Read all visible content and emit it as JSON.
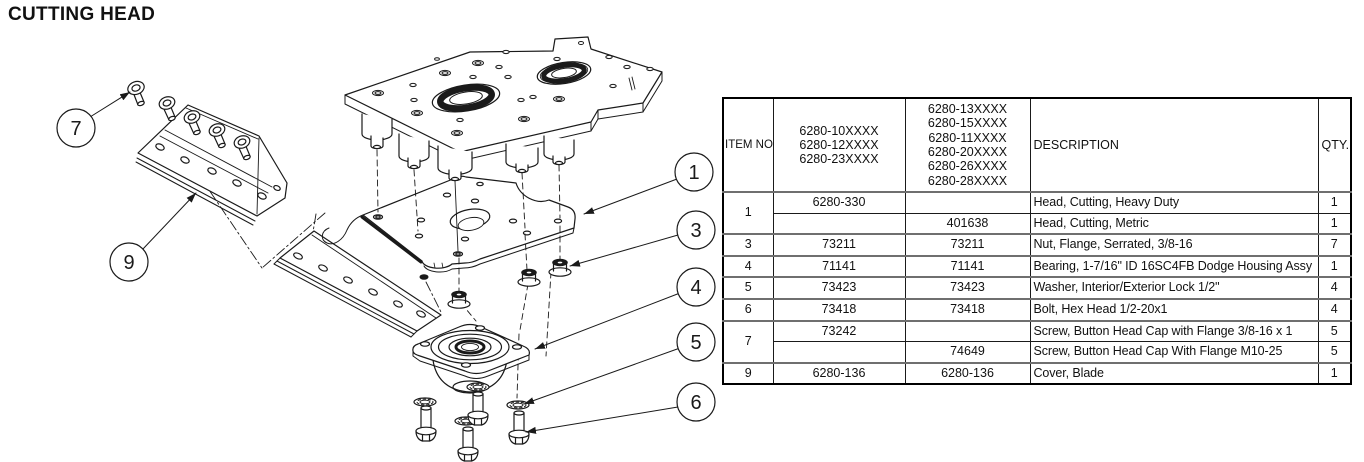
{
  "title": "CUTTING HEAD",
  "callouts": {
    "c1": "1",
    "c3": "3",
    "c4": "4",
    "c5": "5",
    "c6": "6",
    "c7": "7",
    "c9": "9"
  },
  "table": {
    "headers": {
      "item_no": "ITEM NO.",
      "models_a": [
        "6280-10XXXX",
        "6280-12XXXX",
        "6280-23XXXX"
      ],
      "models_b": [
        "6280-13XXXX",
        "6280-15XXXX",
        "6280-11XXXX",
        "6280-20XXXX",
        "6280-26XXXX",
        "6280-28XXXX"
      ],
      "description": "DESCRIPTION",
      "qty": "QTY."
    },
    "rows": [
      {
        "item": "1",
        "a": "6280-330",
        "b": "",
        "desc": "Head, Cutting, Heavy Duty",
        "qty": "1"
      },
      {
        "item": "",
        "a": "",
        "b": "401638",
        "desc": "Head, Cutting, Metric",
        "qty": "1"
      },
      {
        "item": "3",
        "a": "73211",
        "b": "73211",
        "desc": "Nut, Flange, Serrated, 3/8-16",
        "qty": "7"
      },
      {
        "item": "4",
        "a": "71141",
        "b": "71141",
        "desc": "Bearing, 1-7/16\" ID 16SC4FB Dodge Housing Assy",
        "qty": "1"
      },
      {
        "item": "5",
        "a": "73423",
        "b": "73423",
        "desc": "Washer, Interior/Exterior Lock 1/2\"",
        "qty": "4"
      },
      {
        "item": "6",
        "a": "73418",
        "b": "73418",
        "desc": "Bolt, Hex Head 1/2-20x1",
        "qty": "4"
      },
      {
        "item": "7",
        "a": "73242",
        "b": "",
        "desc": "Screw, Button Head Cap with Flange 3/8-16 x 1",
        "qty": "5"
      },
      {
        "item": "",
        "a": "",
        "b": "74649",
        "desc": "Screw, Button Head Cap With Flange M10-25",
        "qty": "5"
      },
      {
        "item": "9",
        "a": "6280-136",
        "b": "6280-136",
        "desc": "Cover, Blade",
        "qty": "1"
      }
    ]
  },
  "colors": {
    "line": "#1a1a1a",
    "thick_rule": "#6f6f6f",
    "background": "#ffffff"
  }
}
